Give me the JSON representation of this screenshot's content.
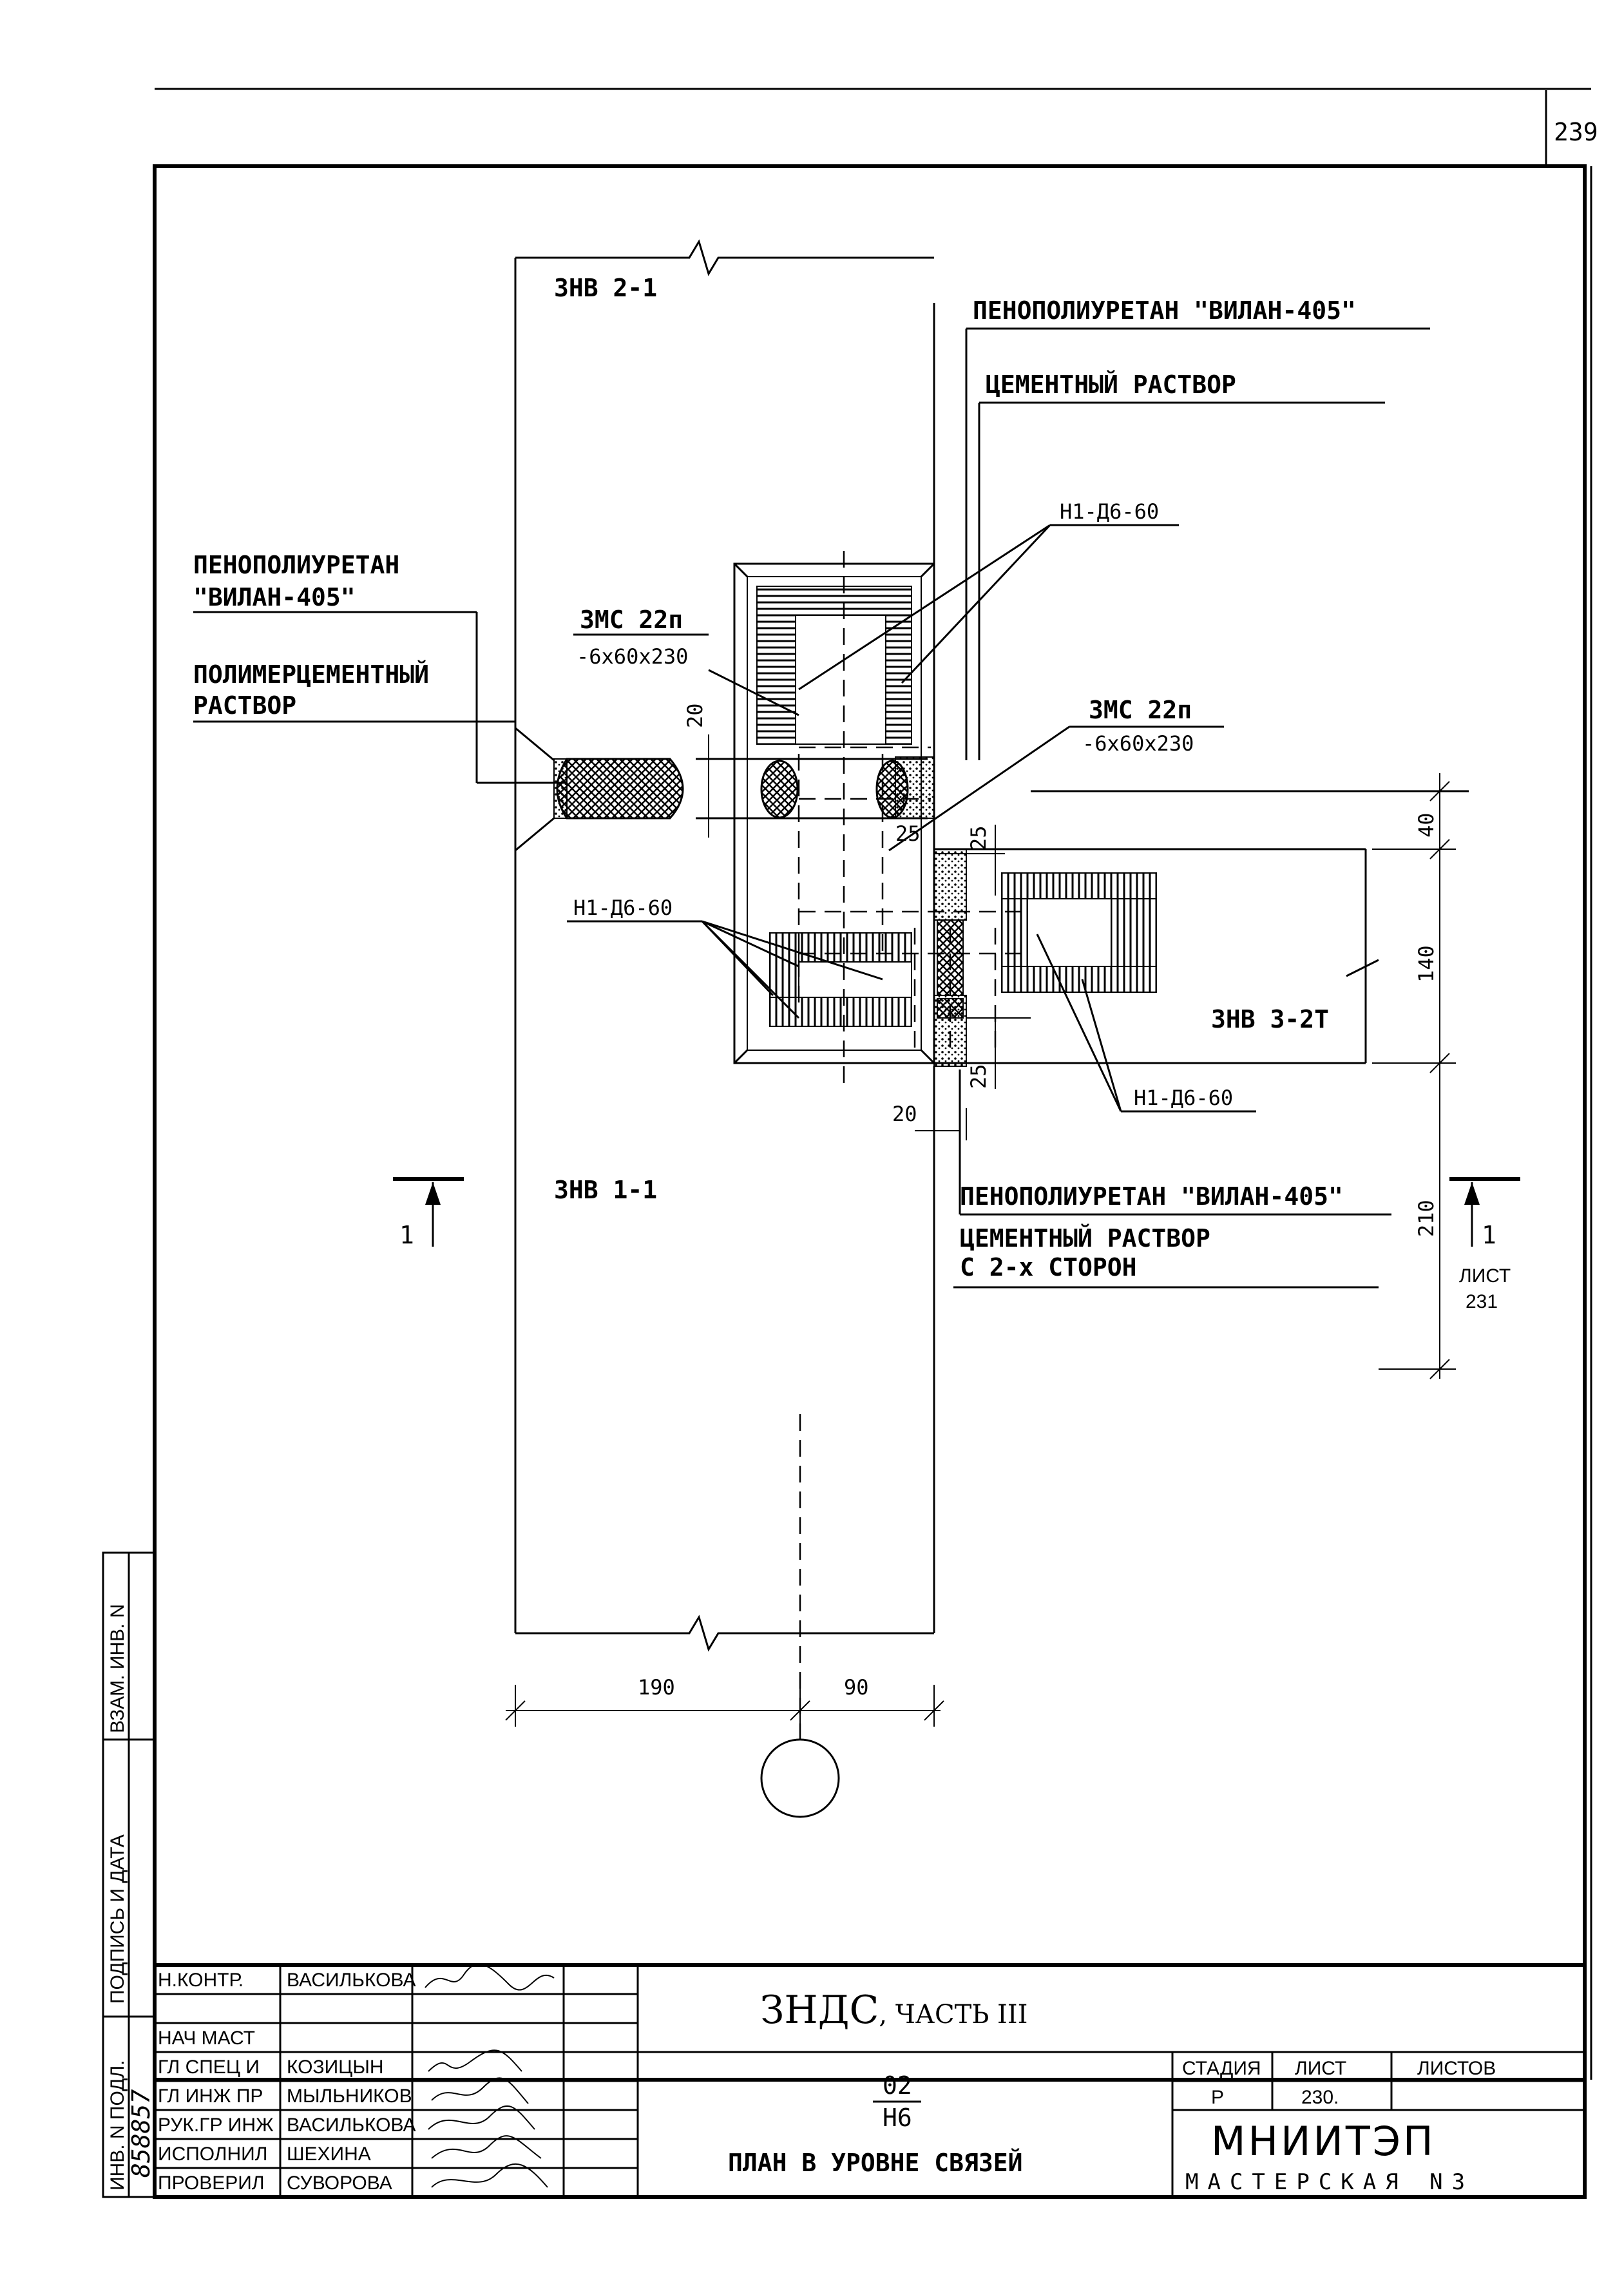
{
  "sheet_number": "239",
  "elements": {
    "wall_top": "ЗНВ 2-1",
    "wall_left": "ЗНВ 1-1",
    "wall_right": "ЗНВ 3-2Т"
  },
  "callouts": {
    "foam_top": "ПЕНОПОЛИУРЕТАН \"ВИЛАН-405\"",
    "cement_top": "ЦЕМЕНТНЫЙ РАСТВОР",
    "anchor_top": "Н1-Д6-60",
    "foam_left_1": "ПЕНОПОЛИУРЕТАН",
    "foam_left_2": "\"ВИЛАН-405\"",
    "polymer_1": "ПОЛИМЕРЦЕМЕНТНЫЙ",
    "polymer_2": "РАСТВОР",
    "plate_left_1": "ЗМС 22п",
    "plate_left_2": "-6x60x230",
    "plate_right_1": "ЗМС 22п",
    "plate_right_2": "-6x60x230",
    "anchor_left": "Н1-Д6-60",
    "anchor_right": "Н1-Д6-60",
    "foam_bottom": "ПЕНОПОЛИУРЕТАН \"ВИЛАН-405\"",
    "cement_bottom_1": "ЦЕМЕНТНЫЙ РАСТВОР",
    "cement_bottom_2": "С 2-х СТОРОН"
  },
  "dimensions": {
    "d20_vertical": "20",
    "d25_a": "25",
    "d25_b": "25",
    "d25_c": "25",
    "d20_bottom": "20",
    "d40": "40",
    "d140": "140",
    "d210": "210",
    "d190": "190",
    "d90": "90"
  },
  "section": {
    "mark_left": "1",
    "mark_right": "1",
    "sheet_ref_label": "ЛИСТ",
    "sheet_ref_number": "231"
  },
  "title_block": {
    "roles": [
      "Н.КОНТР.",
      "",
      "НАЧ МАСТ",
      "ГЛ СПЕЦ И",
      "ГЛ ИНЖ ПР",
      "РУК.ГР ИНЖ",
      "ИСПОЛНИЛ",
      "ПРОВЕРИЛ"
    ],
    "names": [
      "ВАСИЛЬКОВА",
      "",
      "",
      "КОЗИЦЫН",
      "МЫЛЬНИКОВ",
      "ВАСИЛЬКОВА",
      "ШЕХИНА",
      "СУВОРОВА"
    ],
    "project": "ЗНДС",
    "project_part": ", ЧАСТЬ III",
    "code_top": "02",
    "code_bottom": "Н6",
    "drawing_title": "ПЛАН В УРОВНЕ СВЯЗЕЙ",
    "stage_label": "СТАДИЯ",
    "sheet_label": "ЛИСТ",
    "sheets_label": "ЛИСТОВ",
    "stage_value": "Р",
    "sheet_value": "230.",
    "sheets_value": "",
    "organization": "МНИИТЭП",
    "workshop": "МАСТЕРСКАЯ N3"
  },
  "side_stamp": {
    "vzam": "ВЗАМ. ИНВ. N",
    "podpis": "ПОДПИСЬ И ДАТА",
    "inv": "ИНВ. N ПОДЛ.",
    "inv_value": "858857"
  }
}
